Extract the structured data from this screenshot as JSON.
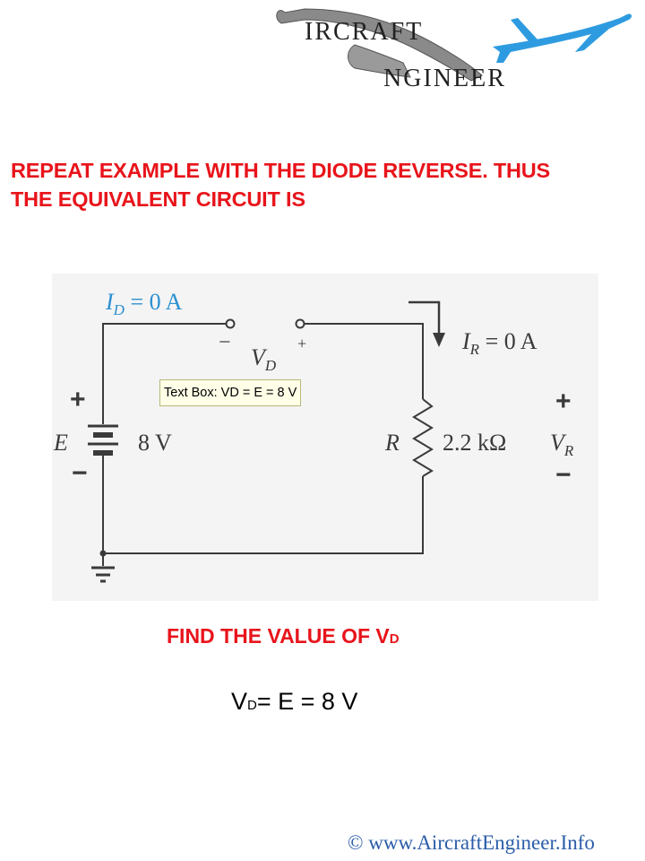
{
  "logo": {
    "line1": "IRCRAFT",
    "line2": "NGINEER",
    "icons": [
      "wrench-icon",
      "airplane-icon"
    ],
    "colors": {
      "wrench": "#777777",
      "airplane": "#2e9be0"
    }
  },
  "heading": {
    "line1": "REPEAT EXAMPLE WITH THE DIODE REVERSE. THUS",
    "line2": "THE EQUIVALENT CIRCUIT IS"
  },
  "circuit": {
    "id_label": "I",
    "id_sub": "D",
    "id_value": " = 0 A",
    "vd_minus": "−",
    "vd_plus": "+",
    "vd_label": "V",
    "vd_sub": "D",
    "ir_label": "I",
    "ir_sub": "R",
    "ir_value": " = 0 A",
    "source_plus": "+",
    "source_minus": "−",
    "source_name": "E",
    "source_value": "8 V",
    "resistor_name": "R",
    "resistor_value": "2.2 kΩ",
    "vr_plus": "+",
    "vr_minus": "−",
    "vr_label": "V",
    "vr_sub": "R",
    "colors": {
      "current_label": "#2b8fd0",
      "wire": "#3a3a3a"
    }
  },
  "textbox_note": "Text Box: VD = E = 8 V",
  "question": {
    "prefix": "FIND THE VALUE OF V",
    "sub": "D"
  },
  "answer": {
    "v": "V",
    "sub": "D",
    "rest": "= E = 8 V"
  },
  "footer": {
    "copyright_symbol": "©",
    "url": "www.AircraftEngineer.Info"
  },
  "colors": {
    "accent_red": "#e8141b",
    "footer_blue": "#2a5ca8"
  }
}
